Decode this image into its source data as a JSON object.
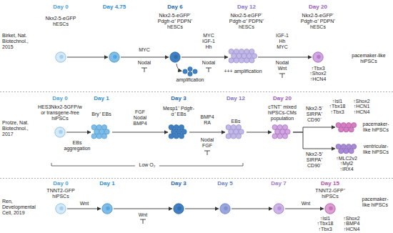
{
  "diagram": {
    "nodes": [
      {
        "text": [
          "Day 0",
          "Nkx2-5-eGFP hESCs"
        ]
      },
      {
        "text": [
          "Day 4.75"
        ]
      },
      {
        "text": [
          "Day 6",
          "Nkx2-5-eGFP⁻ Pdgfr-α⁺ PDPN⁺ hESCs",
          "amplification"
        ]
      },
      {
        "text": [
          "Day 12",
          "Nkx2-5-eGFP⁻ Pdgfr-α⁺ PDPN⁺ hESCs",
          "+++ amplification"
        ]
      },
      {
        "text": [
          "Day 20",
          "Nkx2-5-eGFP⁻ Pdgfr-α⁺ PDPN⁺ hESCs"
        ]
      },
      {
        "text": [
          "Day 0",
          "HES3Nkx2-5GFP/w or transgene-free hiPSCs"
        ]
      },
      {
        "text": [
          "Day 1",
          "Bry⁺ EBs"
        ]
      },
      {
        "text": [
          "Day 3",
          "Mesp1⁺ Pdgfr-α⁺ EBs"
        ]
      },
      {
        "text": [
          "Day 12",
          "EBs"
        ]
      },
      {
        "text": [
          "Day 20",
          "cTNT⁺ mixed hiPSCs-CMs population"
        ]
      },
      {
        "text": [
          "↑Isl1 ↑Tbx18 ↑Tbx3",
          "↑Shox2 ↑HCN1 ↑HCN4",
          "pacemaker-like hiPSCs"
        ]
      },
      {
        "text": [
          "ventricular-like hiPSCs",
          "↑MLC2v2 ↑Myl2 ↑IRX4"
        ]
      },
      {
        "text": [
          "Day 0",
          "TNNT2-GFP hiPSCs"
        ]
      },
      {
        "text": [
          "Day 1"
        ]
      },
      {
        "text": [
          "Day 3"
        ]
      },
      {
        "text": [
          "Day 5"
        ]
      },
      {
        "text": [
          "Day 7"
        ]
      },
      {
        "text": [
          "Day 15",
          "TNNT2-GFP⁺ hiPSCs"
        ]
      }
    ],
    "edges": [
      {
        "from": 0,
        "to": 1,
        "arrow": "to"
      },
      {
        "from": 1,
        "to": 2,
        "arrow": "to"
      },
      {
        "from": 2,
        "to": 3,
        "arrow": "to"
      },
      {
        "from": 3,
        "to": 4,
        "arrow": "to"
      },
      {
        "from": 5,
        "to": 6,
        "arrow": "to"
      },
      {
        "from": 6,
        "to": 7,
        "arrow": "to"
      },
      {
        "from": 7,
        "to": 8,
        "arrow": "to"
      },
      {
        "from": 8,
        "to": 9,
        "arrow": "to"
      },
      {
        "from": 9,
        "to": 10,
        "label": "Nkx2-5⁻ SIRPA⁺ CD90⁻",
        "arrow": "to"
      },
      {
        "from": 9,
        "to": 11,
        "label": "Nkx2-5⁺ SIRPA⁺ CD90⁻",
        "arrow": "to"
      },
      {
        "from": 12,
        "to": 13,
        "arrow": "to"
      },
      {
        "from": 13,
        "to": 14,
        "arrow": "to"
      },
      {
        "from": 14,
        "to": 15,
        "arrow": "to"
      },
      {
        "from": 15,
        "to": 16,
        "arrow": "to"
      },
      {
        "from": 16,
        "to": 17,
        "arrow": "to"
      }
    ],
    "labels": [
      "Birket, Nat. Biotechnol., 2015",
      "MYC",
      "Nodal",
      "MYC IGF-1 Hh",
      "Nodal",
      "IGF-1 Hh MYC",
      "Nodal Wnt",
      "↑Tbx3 ↑Shox2 ↑HCN4",
      "pacemaker-like hiPSCs",
      "Protze, Nat. Biotechnol., 2017",
      "EBs aggregation",
      "FGF Nodal BMP4",
      "BMP4 RA",
      "Nodal FGF",
      "Low O₂",
      "Ren, Developmental Cell, 2019",
      "Wnt",
      "Wnt",
      "Wnt",
      "↑Isl1 ↑Tbx18 ↑Tbx3",
      "↑Shox2 ↑BMP4 ↑HCN4",
      "pacemaker-like hiPSCs"
    ]
  }
}
